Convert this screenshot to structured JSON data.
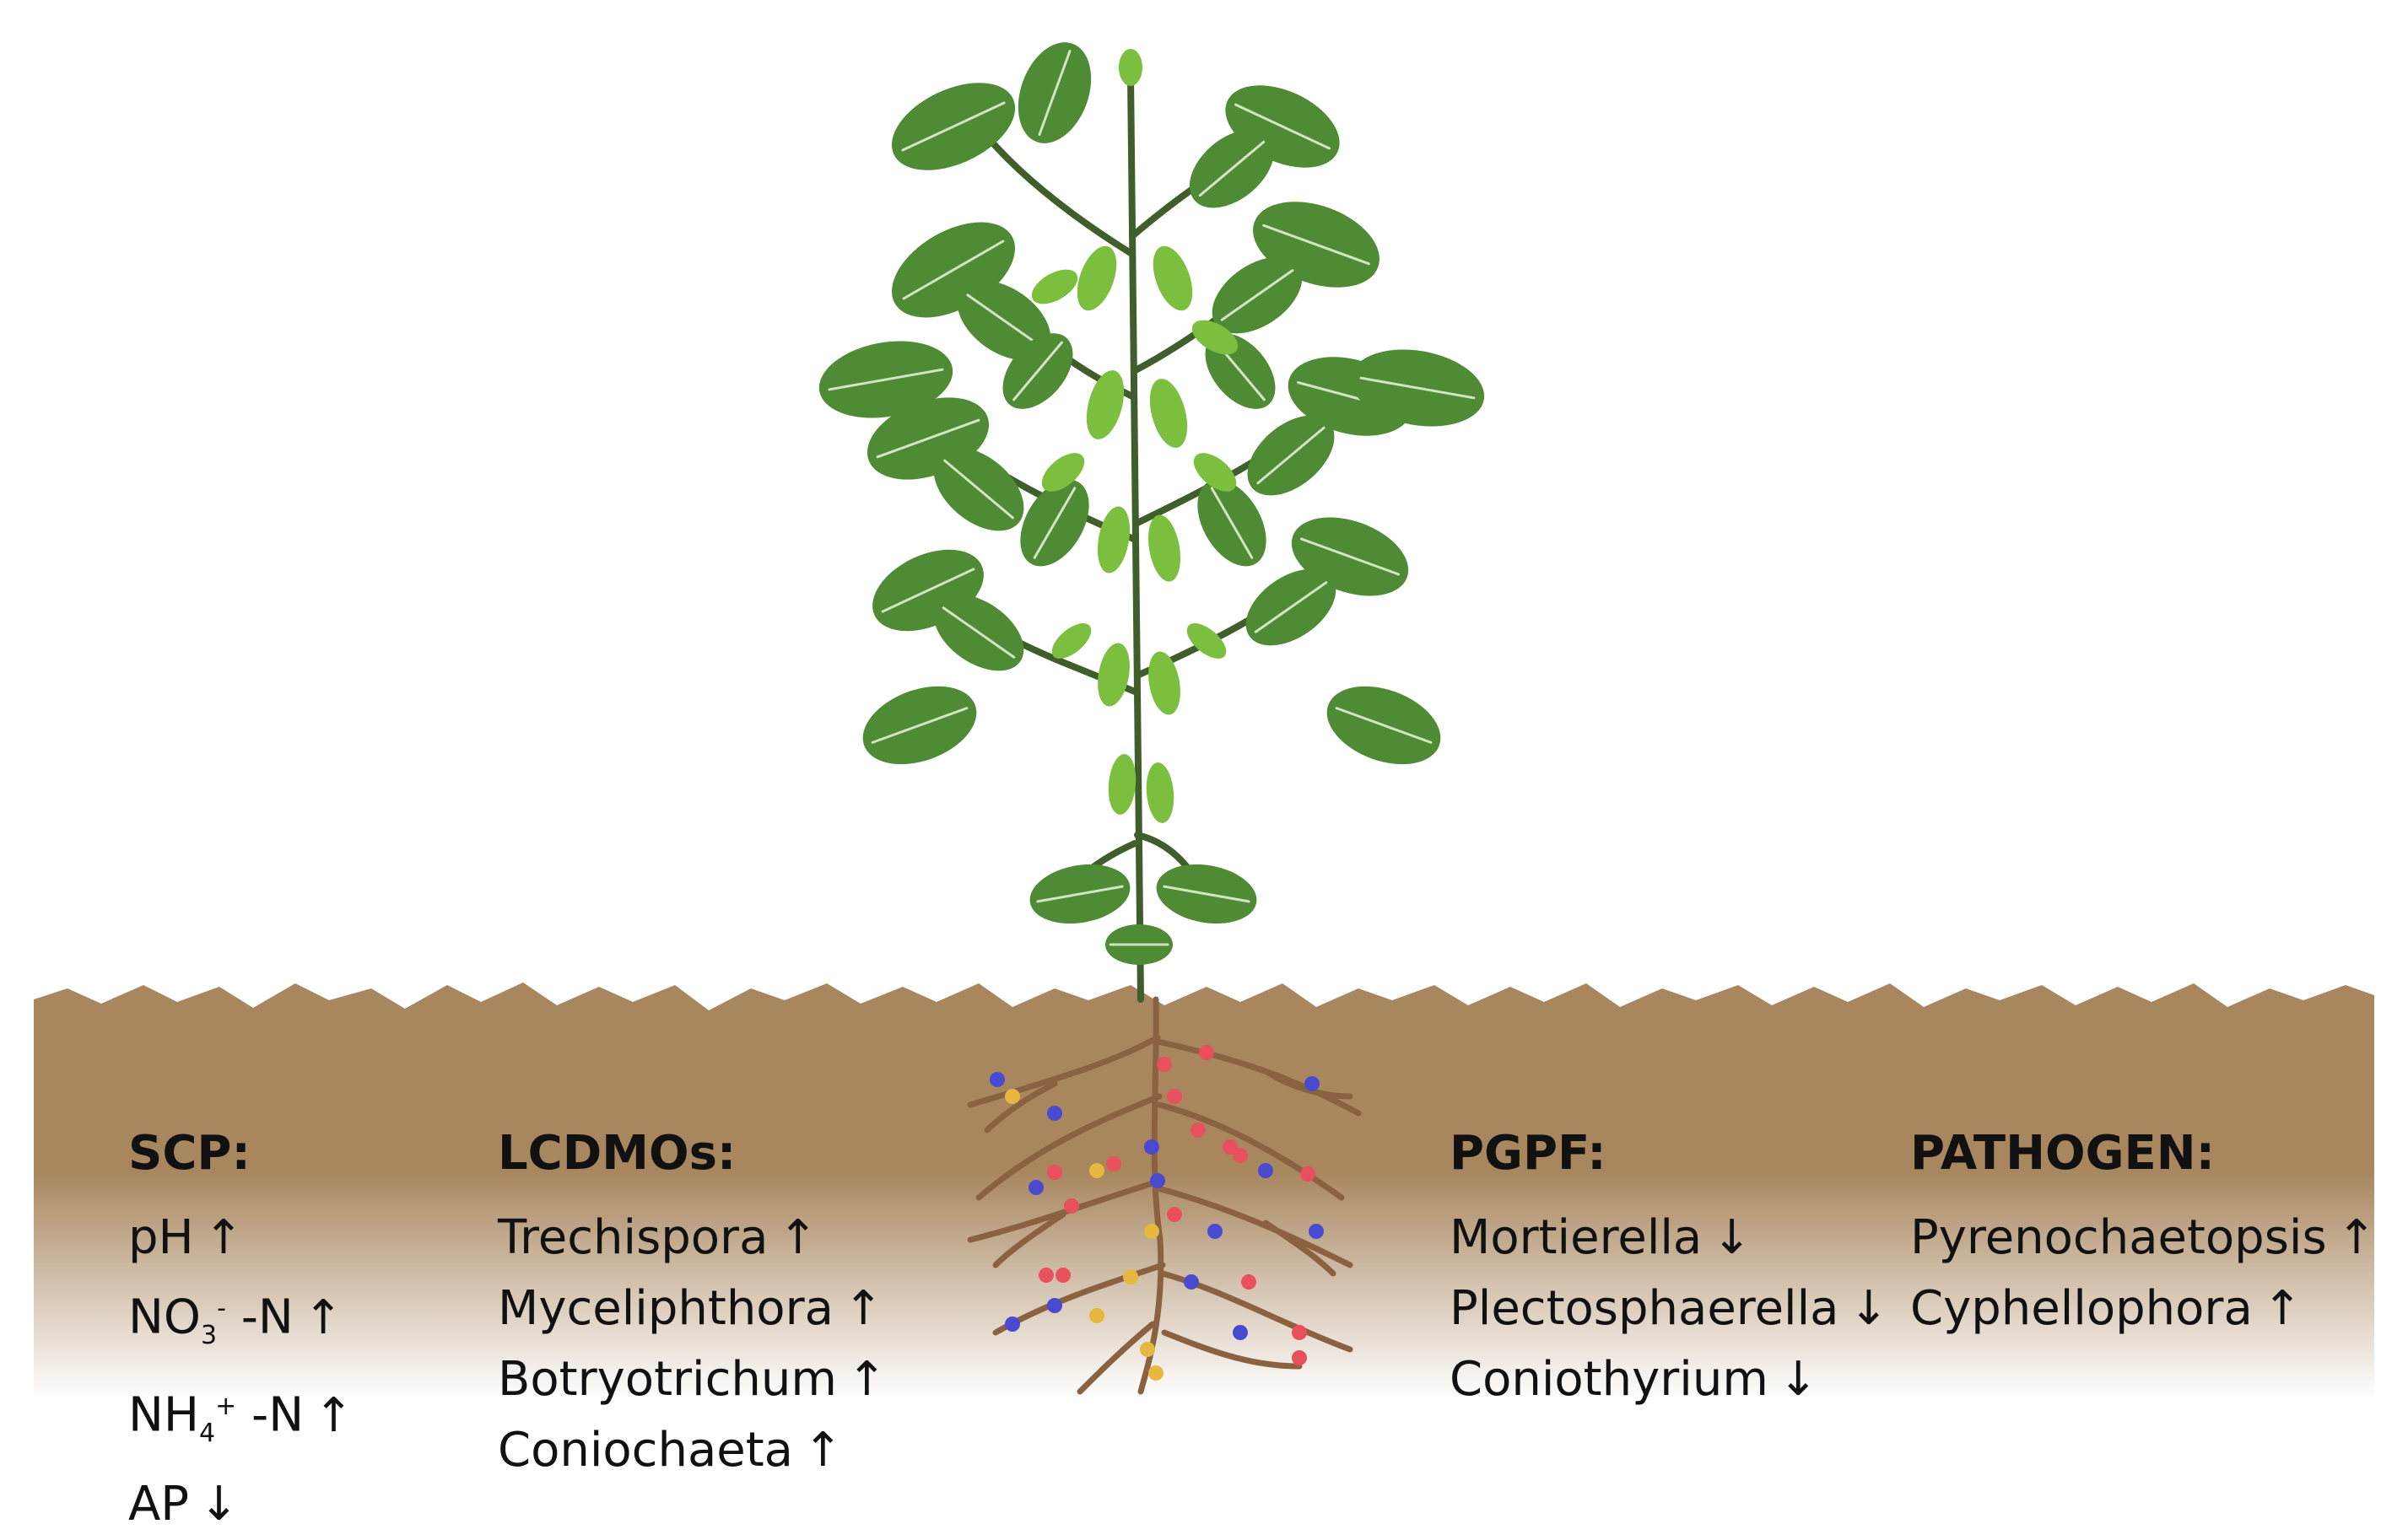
{
  "groups": {
    "scp": {
      "heading": "SCP:",
      "items": [
        {
          "parts": [
            {
              "t": "pH",
              "s": ""
            }
          ],
          "tail": "",
          "arrow": "↑"
        },
        {
          "parts": [
            {
              "t": "NO",
              "s": ""
            },
            {
              "t": "3",
              "s": "sub"
            },
            {
              "t": "-",
              "s": "sup"
            }
          ],
          "tail": " -N",
          "arrow": "↑"
        },
        {
          "parts": [
            {
              "t": "NH",
              "s": ""
            },
            {
              "t": "4",
              "s": "sub"
            },
            {
              "t": "+",
              "s": "sup"
            }
          ],
          "tail": " -N",
          "arrow": "↑"
        },
        {
          "parts": [
            {
              "t": "AP",
              "s": ""
            }
          ],
          "tail": "",
          "arrow": "↓"
        }
      ]
    },
    "lcdmos": {
      "heading": "LCDMOs:",
      "items": [
        {
          "parts": [
            {
              "t": "Trechispora",
              "s": ""
            }
          ],
          "tail": "",
          "arrow": "↑"
        },
        {
          "parts": [
            {
              "t": "Myceliphthora",
              "s": ""
            }
          ],
          "tail": "",
          "arrow": "↑"
        },
        {
          "parts": [
            {
              "t": "Botryotrichum",
              "s": ""
            }
          ],
          "tail": "",
          "arrow": "↑"
        },
        {
          "parts": [
            {
              "t": "Coniochaeta",
              "s": ""
            }
          ],
          "tail": "",
          "arrow": "↑"
        }
      ]
    },
    "pgpf": {
      "heading": "PGPF:",
      "items": [
        {
          "parts": [
            {
              "t": "Mortierella",
              "s": ""
            }
          ],
          "tail": "",
          "arrow": "↓"
        },
        {
          "parts": [
            {
              "t": "Plectosphaerella",
              "s": ""
            }
          ],
          "tail": "",
          "arrow": "↓"
        },
        {
          "parts": [
            {
              "t": "Coniothyrium",
              "s": ""
            }
          ],
          "tail": "",
          "arrow": "↓"
        }
      ]
    },
    "pathogen": {
      "heading": "PATHOGEN:",
      "items": [
        {
          "parts": [
            {
              "t": "Pyrenochaetopsis",
              "s": ""
            }
          ],
          "tail": "",
          "arrow": "↑"
        },
        {
          "parts": [
            {
              "t": "Cyphellophora",
              "s": ""
            }
          ],
          "tail": "",
          "arrow": "↑"
        }
      ]
    }
  },
  "colors": {
    "soil_top": "#a8865e",
    "soil_bottom": "#ffffff",
    "leaf_dark": "#4f8a34",
    "leaf_light": "#7cbf3f",
    "stem": "#3f5e2b",
    "root": "#8a6242",
    "microbe_red": "#e8505b",
    "microbe_blue": "#4a4ad0",
    "microbe_yellow": "#e6b840"
  }
}
